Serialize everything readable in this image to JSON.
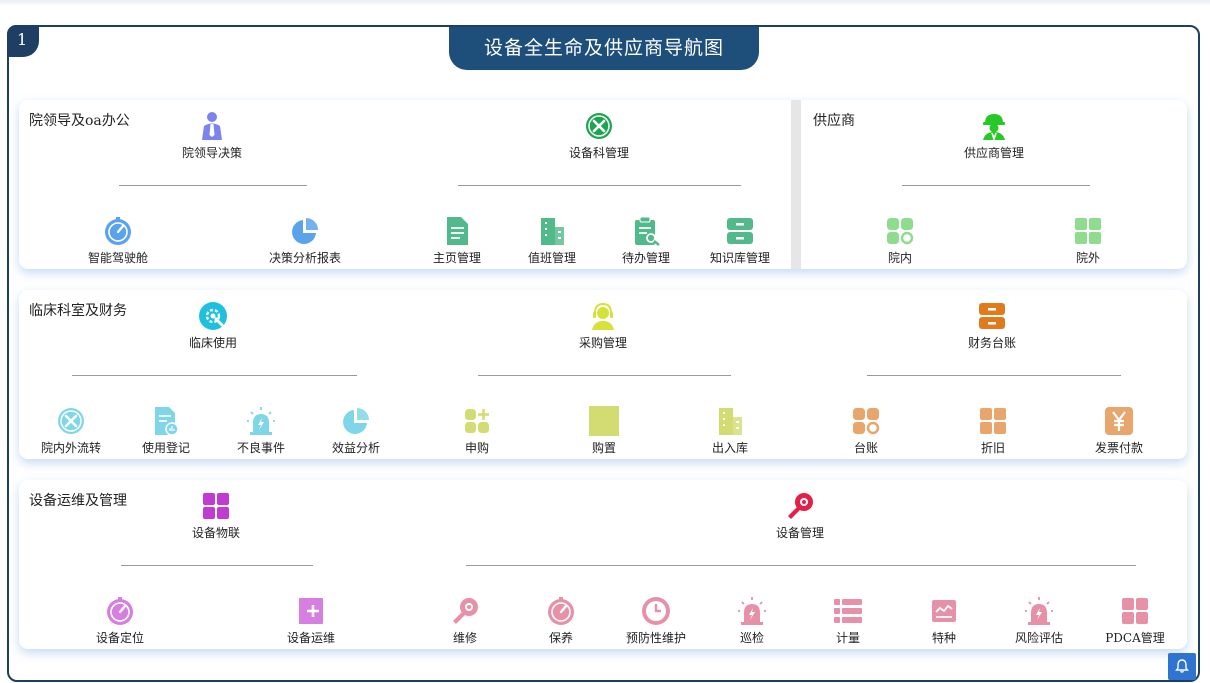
{
  "page": {
    "badge_number": "1",
    "title": "设备全生命及供应商导航图"
  },
  "sections": {
    "oa": {
      "title": "院领导及oa办公",
      "top": [
        {
          "label": "院领导决策",
          "icon": "leader-person-icon",
          "color": "#7c84ec"
        },
        {
          "label": "设备科管理",
          "icon": "tools-circle-icon",
          "color": "#1aa64f"
        }
      ],
      "bottom": [
        {
          "label": "智能驾驶舱",
          "icon": "dashboard-gauge-icon",
          "color": "#5aa3ec"
        },
        {
          "label": "决策分析报表",
          "icon": "pie-chart-icon",
          "color": "#5aa3ec"
        },
        {
          "label": "主页管理",
          "icon": "document-icon",
          "color": "#52b98a"
        },
        {
          "label": "值班管理",
          "icon": "building-icon",
          "color": "#52b98a"
        },
        {
          "label": "待办管理",
          "icon": "clipboard-search-icon",
          "color": "#52b98a"
        },
        {
          "label": "知识库管理",
          "icon": "cabinet-icon",
          "color": "#52b98a"
        }
      ]
    },
    "supplier": {
      "title": "供应商",
      "top": [
        {
          "label": "供应商管理",
          "icon": "worker-helmet-icon",
          "color": "#27c927"
        }
      ],
      "bottom": [
        {
          "label": "院内",
          "icon": "grid-circle-icon",
          "color": "#8fdc8f"
        },
        {
          "label": "院外",
          "icon": "grid-icon",
          "color": "#8fdc8f"
        }
      ]
    },
    "clinical": {
      "title": "临床科室及财务",
      "top": [
        {
          "label": "临床使用",
          "icon": "gear-wrench-icon",
          "color": "#1fbfe0"
        },
        {
          "label": "采购管理",
          "icon": "headset-person-icon",
          "color": "#d6e23a"
        },
        {
          "label": "财务台账",
          "icon": "cabinet-icon",
          "color": "#e07a1c"
        }
      ],
      "bottom": [
        {
          "label": "院内外流转",
          "icon": "tools-circle-icon",
          "color": "#7fd6e8"
        },
        {
          "label": "使用登记",
          "icon": "document-chart-icon",
          "color": "#7fd6e8"
        },
        {
          "label": "不良事件",
          "icon": "alarm-icon",
          "color": "#7fd6e8"
        },
        {
          "label": "效益分析",
          "icon": "pie-chart-icon",
          "color": "#7fd6e8"
        },
        {
          "label": "申购",
          "icon": "grid-plus-icon",
          "color": "#d3dc72"
        },
        {
          "label": "购置",
          "icon": "square-icon",
          "color": "#d3dc72"
        },
        {
          "label": "出入库",
          "icon": "building-icon",
          "color": "#d3dc72"
        },
        {
          "label": "台账",
          "icon": "grid-circle-icon",
          "color": "#e8a66c"
        },
        {
          "label": "折旧",
          "icon": "grid-icon",
          "color": "#e8a66c"
        },
        {
          "label": "发票付款",
          "icon": "yen-icon",
          "color": "#e8a66c"
        }
      ]
    },
    "ops": {
      "title": "设备运维及管理",
      "top": [
        {
          "label": "设备物联",
          "icon": "grid-icon",
          "color": "#c23ad4"
        },
        {
          "label": "设备管理",
          "icon": "wrench-gear-icon",
          "color": "#e3204a"
        }
      ],
      "bottom": [
        {
          "label": "设备定位",
          "icon": "dashboard-gauge-icon",
          "color": "#d77fe0"
        },
        {
          "label": "设备运维",
          "icon": "book-plus-icon",
          "color": "#d77fe0"
        },
        {
          "label": "维修",
          "icon": "wrench-gear-icon",
          "color": "#e691a8"
        },
        {
          "label": "保养",
          "icon": "dashboard-gauge-icon",
          "color": "#e691a8"
        },
        {
          "label": "预防性维护",
          "icon": "clock-icon",
          "color": "#e691a8"
        },
        {
          "label": "巡检",
          "icon": "alarm-icon",
          "color": "#e691a8"
        },
        {
          "label": "计量",
          "icon": "list-icon",
          "color": "#e691a8"
        },
        {
          "label": "特种",
          "icon": "chart-box-icon",
          "color": "#e691a8"
        },
        {
          "label": "风险评估",
          "icon": "alarm-icon",
          "color": "#e691a8"
        },
        {
          "label": "PDCA管理",
          "icon": "grid-icon",
          "color": "#e691a8"
        }
      ]
    }
  },
  "footer": {
    "notification_icon": "bell-icon"
  }
}
